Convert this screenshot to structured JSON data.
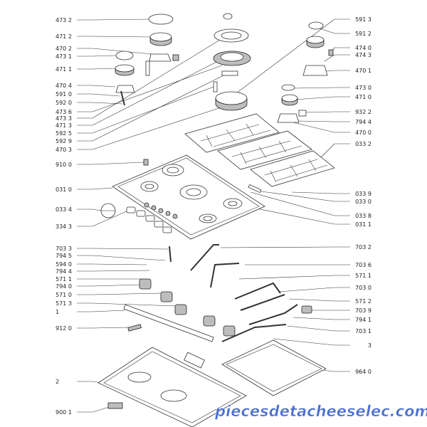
{
  "labels_left": [
    "473 2",
    "471 2",
    "470 2",
    "473 1",
    "471 1",
    "470 4",
    "591 0",
    "592 0",
    "473 6",
    "473 3",
    "471 3",
    "592 5",
    "592 9",
    "470 3",
    "910 0",
    "031 0",
    "033 4",
    "334 3",
    "703 3",
    "794 5",
    "594 0",
    "794 4",
    "571 1",
    "794 0",
    "571 0",
    "571 3",
    "1",
    "912 0",
    "2",
    "900 1"
  ],
  "labels_right": [
    "591 3",
    "591 2",
    "474 0",
    "474 3",
    "470 1",
    "473 0",
    "471 0",
    "932 2",
    "794 4",
    "470 0",
    "033 2",
    "033 9",
    "033 0",
    "033 8",
    "031 1",
    "703 2",
    "703 6",
    "571 1",
    "703 0",
    "571 2",
    "703 9",
    "794 1",
    "703 1",
    "3",
    "964 0"
  ],
  "watermark": "piecesdetacheeselec.com"
}
